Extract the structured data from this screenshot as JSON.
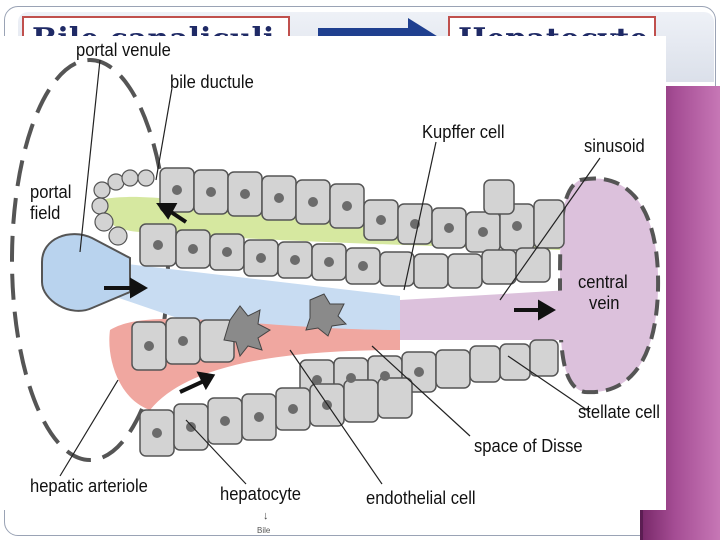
{
  "slide": {
    "title_left": "Bile canaliculi",
    "title_right": "Hepatocyte",
    "footer_mark": "Bile",
    "footer_arrow": "↓"
  },
  "diagram": {
    "labels": {
      "portal_venule": "portal venule",
      "bile_ductule": "bile ductule",
      "portal_field_line1": "portal",
      "portal_field_line2": "field",
      "kupffer_cell": "Kupffer cell",
      "sinusoid": "sinusoid",
      "central_vein_line1": "central",
      "central_vein_line2": "vein",
      "stellate_cell": "stellate cell",
      "space_of_disse": "space of Disse",
      "hepatic_arteriole": "hepatic arteriole",
      "hepatocyte": "hepatocyte",
      "endothelial_cell": "endothelial cell"
    },
    "colors": {
      "portal_blood": "#b9d3ee",
      "central_vein": "#dcc1dc",
      "bile": "#d6e8a0",
      "arterial": "#f0a7a0",
      "hepatocyte": "#d3d3d3",
      "nucleus": "#6b6b6b",
      "title_border": "#c0504d",
      "title_text": "#1f2a66",
      "side_panel": "#8e3a80"
    }
  }
}
